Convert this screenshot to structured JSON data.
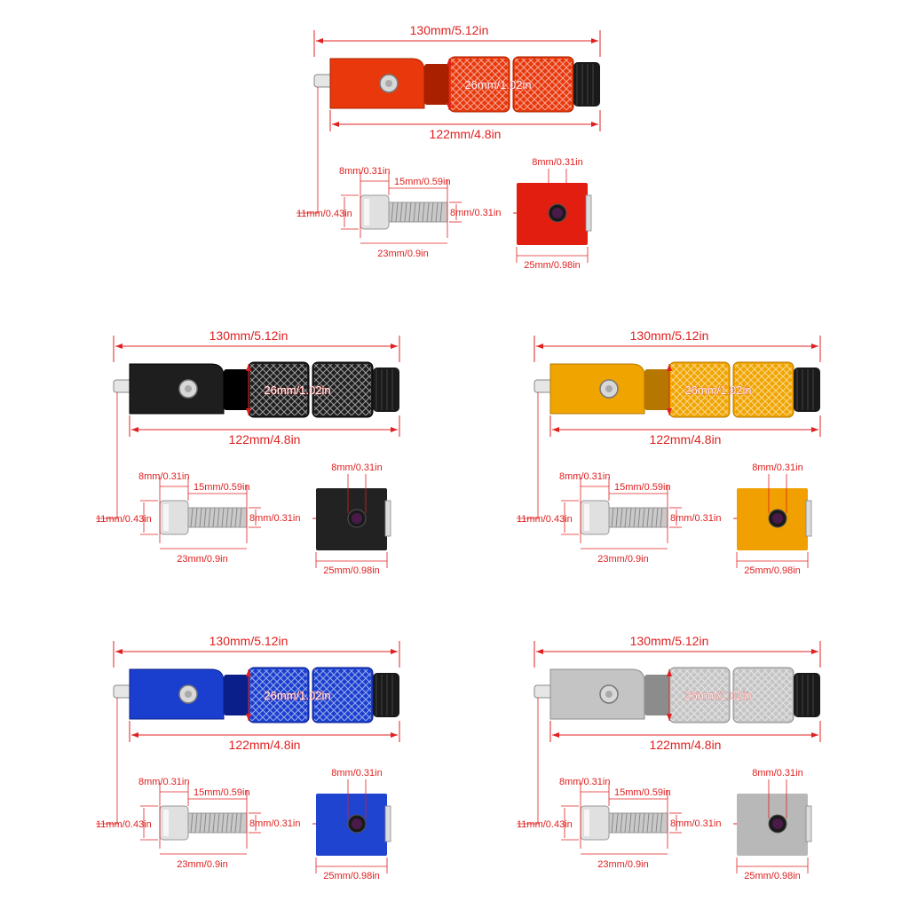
{
  "labels": {
    "overall_length": "130mm/5.12in",
    "body_length": "122mm/4.8in",
    "grip_diameter": "26mm/1.02in",
    "bolt_head_length": "8mm/0.31in",
    "bolt_thread_length": "15mm/0.59in",
    "bolt_head_diameter": "11mm/0.43in",
    "bolt_thread_diameter": "8mm/0.31in",
    "bolt_total_length": "23mm/0.9in",
    "block_hole": "8mm/0.31in",
    "block_width": "25mm/0.98in"
  },
  "variants": [
    {
      "name": "red",
      "color": "#e8380c",
      "dark": "#a82000",
      "block": "#e21e10"
    },
    {
      "name": "black",
      "color": "#1e1e1e",
      "dark": "#000000",
      "block": "#222222"
    },
    {
      "name": "gold",
      "color": "#f0a400",
      "dark": "#b57700",
      "block": "#f0a000"
    },
    {
      "name": "blue",
      "color": "#1a3fcf",
      "dark": "#0a1f8a",
      "block": "#1e44d0"
    },
    {
      "name": "silver",
      "color": "#c4c4c4",
      "dark": "#8c8c8c",
      "block": "#b8b8b8"
    }
  ]
}
